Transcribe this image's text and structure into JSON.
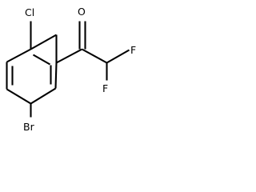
{
  "molecule": {
    "atoms": {
      "oxygen": "O",
      "chlorine": "Cl",
      "fluorine_top": "F",
      "fluorine_bottom": "F",
      "bromine": "Br"
    }
  }
}
